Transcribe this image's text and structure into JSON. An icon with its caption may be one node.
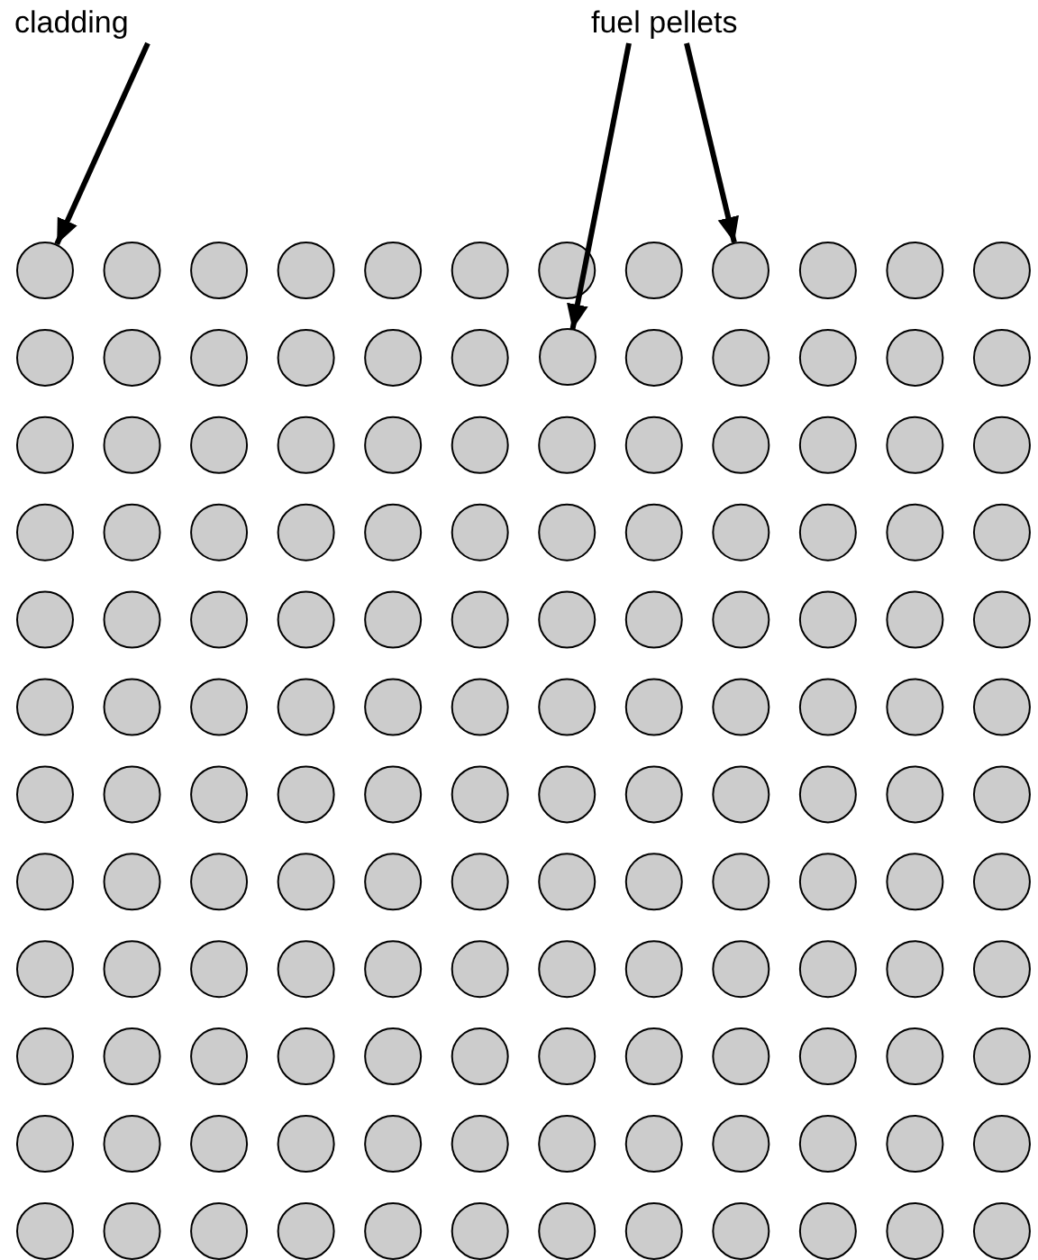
{
  "diagram": {
    "nodes": [
      {
        "text": [
          "cladding"
        ]
      },
      {
        "text": [
          "fuel pellets"
        ]
      },
      {
        "text": [],
        "shape": "circle"
      },
      {
        "text": [],
        "shape": "circle"
      },
      {
        "text": [],
        "shape": "circle"
      }
    ],
    "edges": [
      {
        "from": 0,
        "to": 2,
        "arrow": "to"
      },
      {
        "from": 1,
        "to": 4,
        "arrow": "to"
      },
      {
        "from": 1,
        "to": 3,
        "arrow": "to"
      }
    ]
  }
}
